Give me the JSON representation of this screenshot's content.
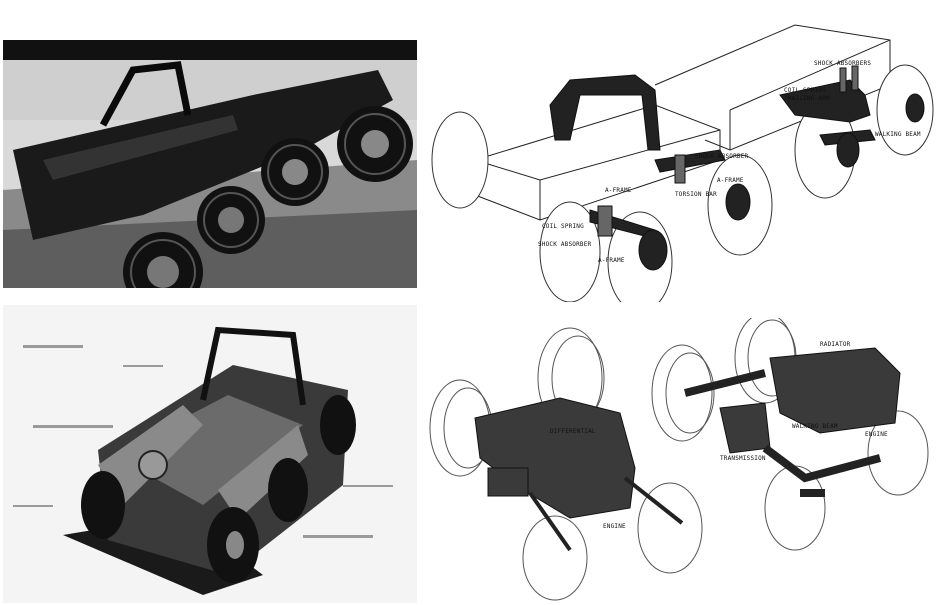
{
  "figure": {
    "photo_top_left": {
      "alt": "eight-wheeled vehicle photo, side view"
    },
    "photo_bottom_left": {
      "alt": "eight-wheeled vehicle photo, front view"
    },
    "suspension_diagram": {
      "labels": {
        "shock_absorbers": "SHOCK ABSORBERS",
        "coil_spring_top": "COIL SPRING",
        "trailing_arm": "TRAILING ARM",
        "walking_beam": "WALKING BEAM",
        "shock_absorber_mid": "SHOCK ABSORBER",
        "a_frame_mid": "A-FRAME",
        "torsion_bar": "TORSION BAR",
        "a_frame_left": "A-FRAME",
        "coil_spring_left": "COIL SPRING",
        "shock_absorber_left": "SHOCK ABSORBER",
        "a_frame_bottom": "A-FRAME"
      }
    },
    "drivetrain_diagram": {
      "labels": {
        "radiator": "RADIATOR",
        "walking_beam": "WALKING BEAM",
        "engine_right": "ENGINE",
        "engine_left": "ENGINE",
        "differential": "DIFFERENTIAL",
        "transmission": "TRANSMISSION"
      }
    }
  }
}
